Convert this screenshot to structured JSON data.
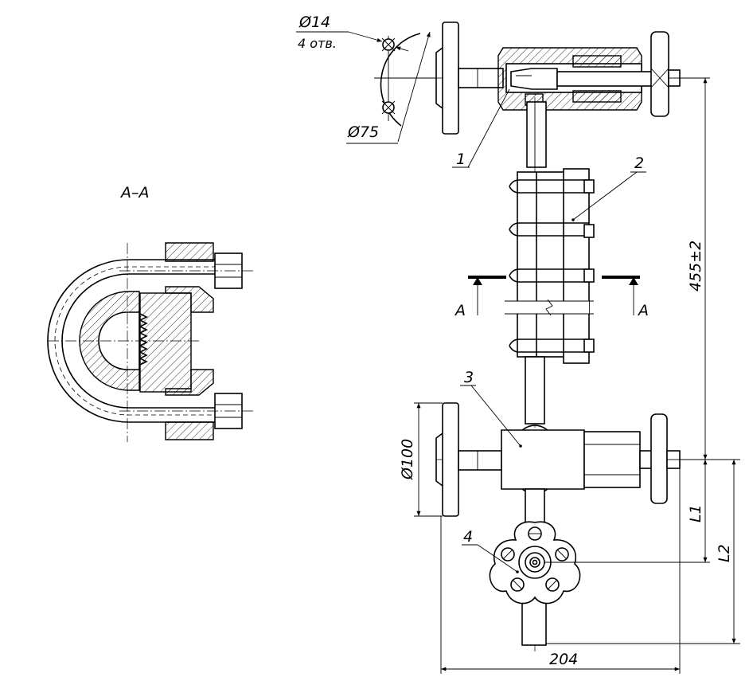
{
  "section": {
    "label": "А–А"
  },
  "cut_marks": {
    "left": "A",
    "right": "A"
  },
  "dimensions": {
    "hole_dia": "Ø14",
    "hole_count": "4 отв.",
    "bolt_circle": "Ø75",
    "flange_dia": "Ø100",
    "total_height": "455±2",
    "l1": "L1",
    "l2": "L2",
    "width": "204"
  },
  "callouts": {
    "c1": "1",
    "c2": "2",
    "c3": "3",
    "c4": "4"
  }
}
